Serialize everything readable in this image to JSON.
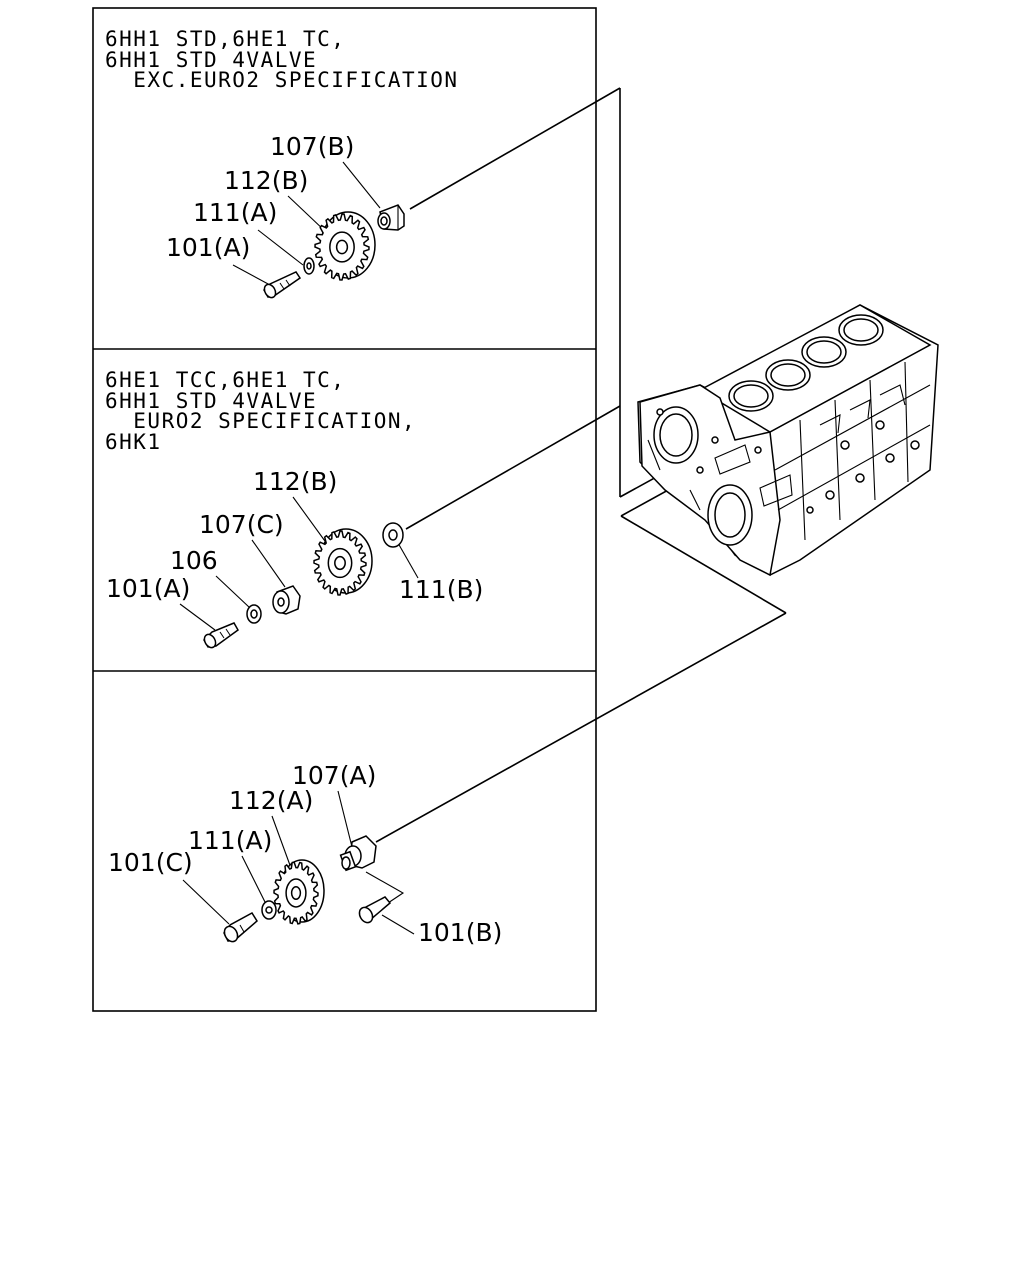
{
  "panels": [
    {
      "heading_lines": [
        "6HH1 STD,6HE1 TC,",
        "6HH1 STD 4VALVE",
        "  EXC.EURO2 SPECIFICATION"
      ],
      "callouts": {
        "c107": "107(B)",
        "c112": "112(B)",
        "c111": "111(A)",
        "c101": "101(A)"
      }
    },
    {
      "heading_lines": [
        "6HE1 TCC,6HE1 TC,",
        "6HH1 STD 4VALVE",
        "  EURO2 SPECIFICATION,",
        "6HK1"
      ],
      "callouts": {
        "c112": "112(B)",
        "c107": "107(C)",
        "c106": "106",
        "c101": "101(A)",
        "c111": "111(B)"
      }
    },
    {
      "heading_lines": [],
      "callouts": {
        "c107": "107(A)",
        "c112": "112(A)",
        "c111": "111(A)",
        "c101c": "101(C)",
        "c101b": "101(B)"
      }
    }
  ]
}
